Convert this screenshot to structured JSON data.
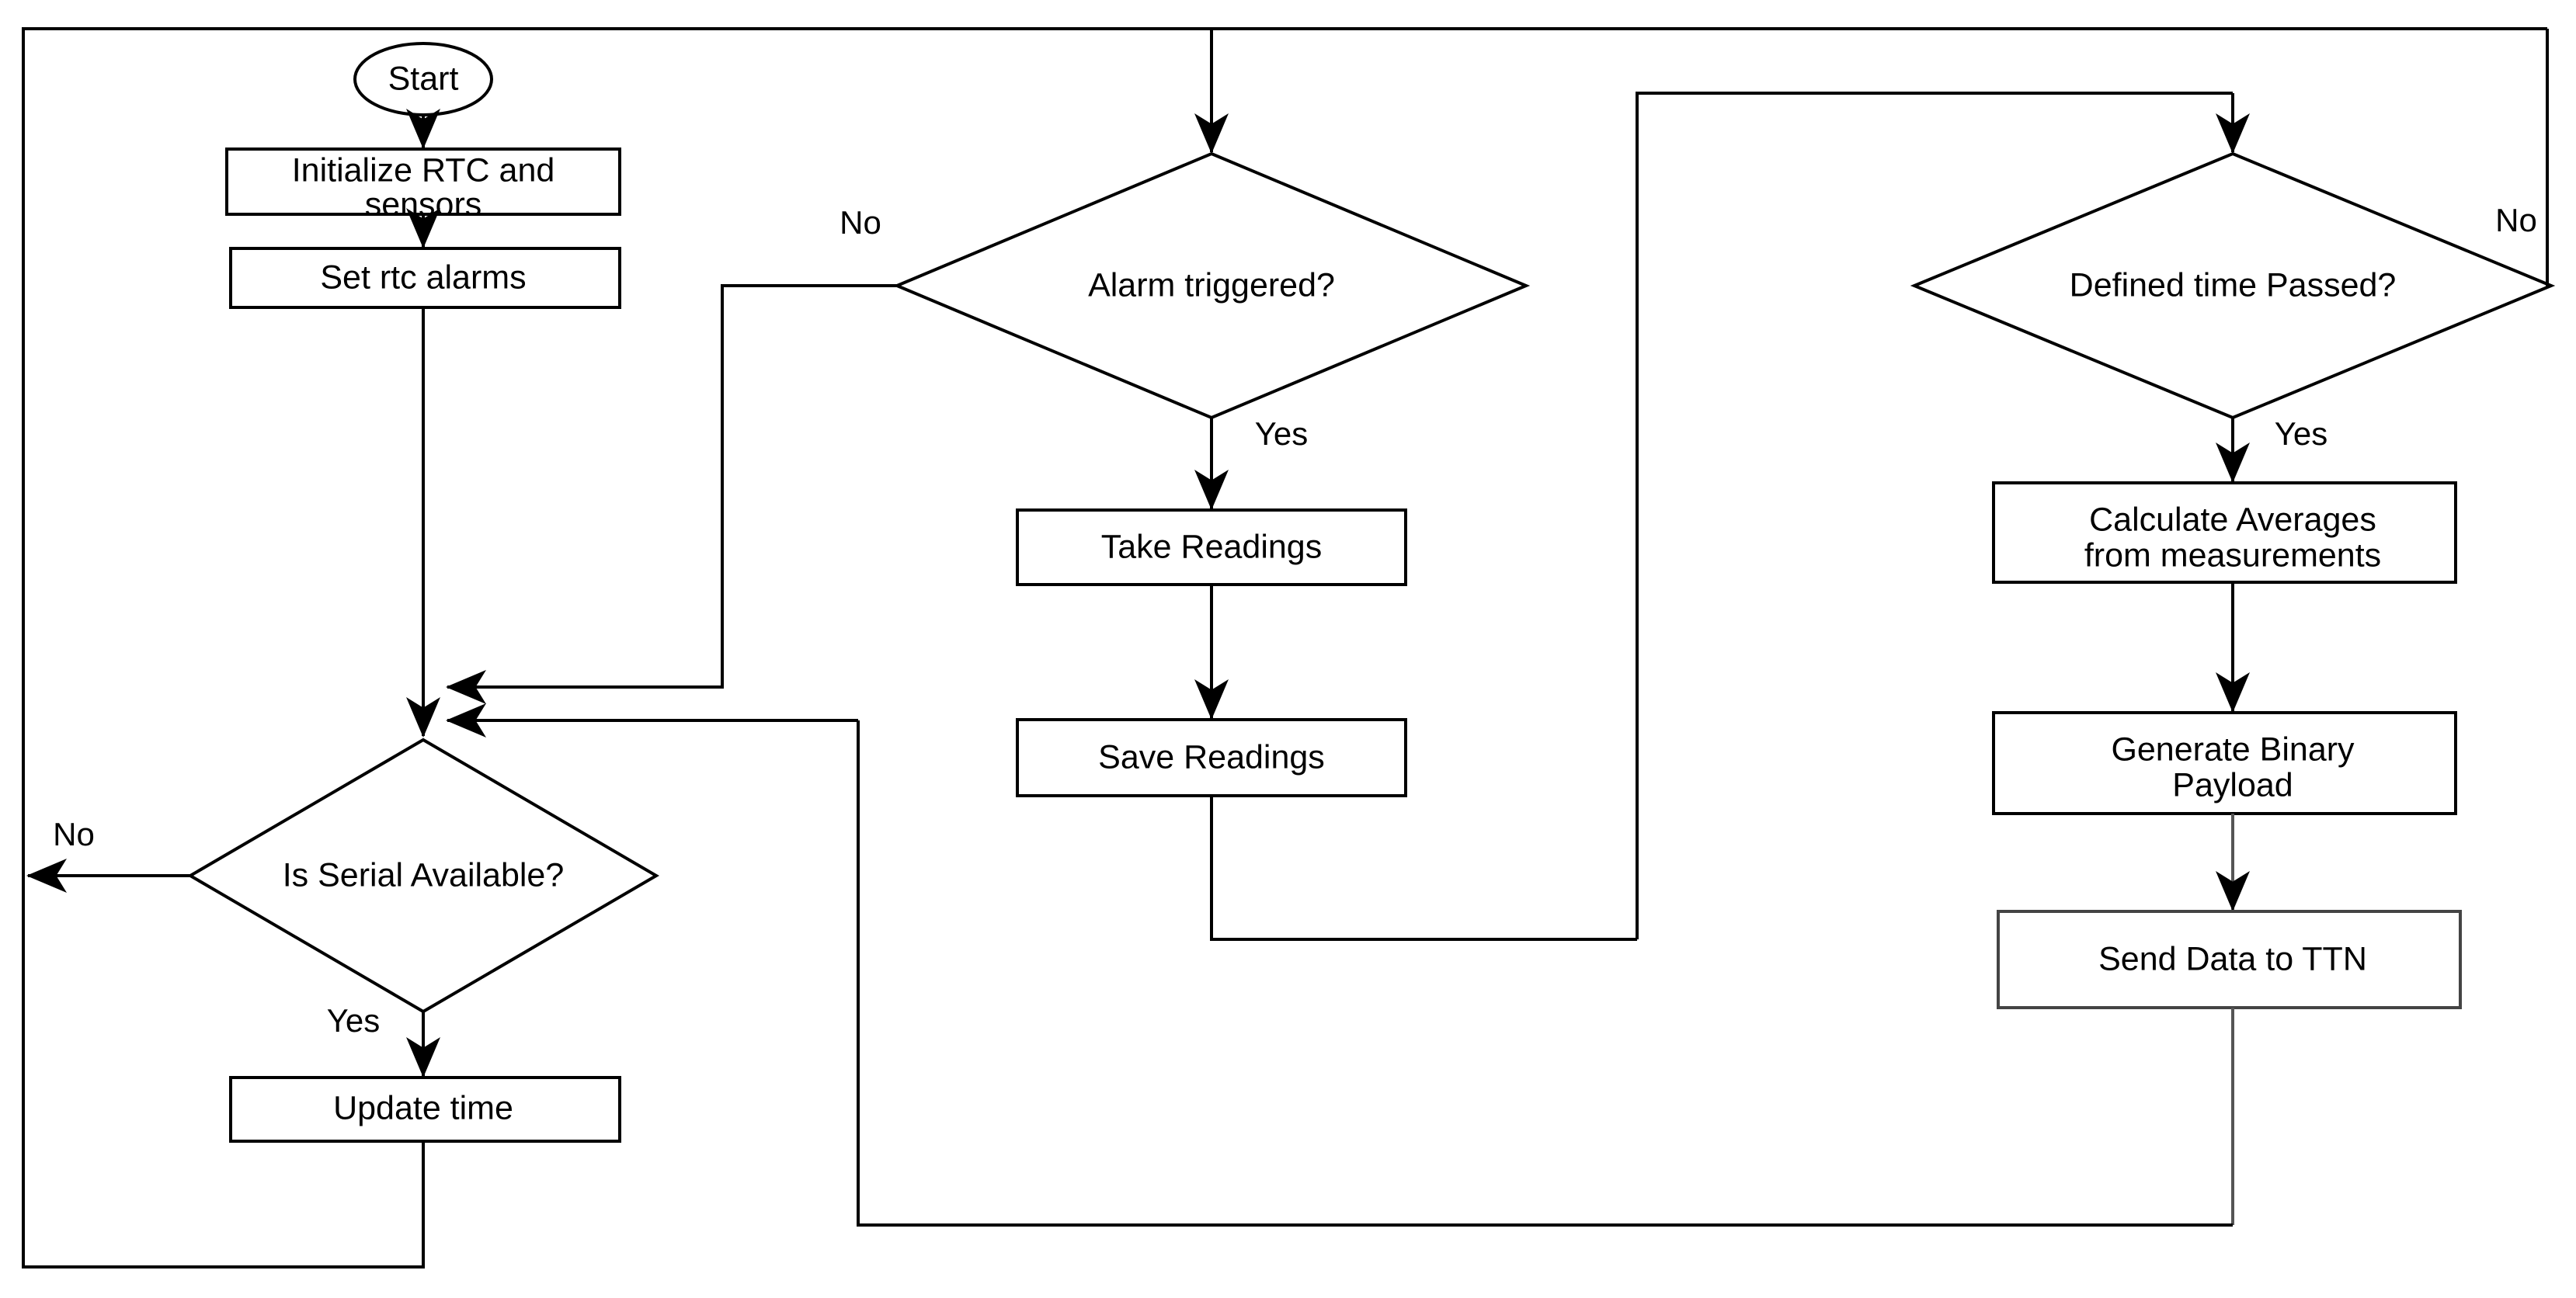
{
  "diagram": {
    "type": "flowchart",
    "title": "RTC sensor logging and TTN uplink flowchart",
    "background_color": "#ffffff",
    "line_color": "#000000",
    "shape_fill": "#ffffff",
    "accent_line_color": "#555555"
  },
  "nodes": {
    "start": {
      "label": "Start",
      "shape": "ellipse"
    },
    "init": {
      "label_line1": "Initialize RTC and",
      "label_line2": "sensors",
      "shape": "process"
    },
    "set_alarms": {
      "label": "Set rtc alarms",
      "shape": "process"
    },
    "serial_check": {
      "label": "Is Serial Available?",
      "shape": "decision"
    },
    "update_time": {
      "label": "Update time",
      "shape": "process"
    },
    "alarm_check": {
      "label": "Alarm triggered?",
      "shape": "decision"
    },
    "take_readings": {
      "label": "Take Readings",
      "shape": "process"
    },
    "save_readings": {
      "label": "Save Readings",
      "shape": "process"
    },
    "time_check": {
      "label": "Defined time Passed?",
      "shape": "decision"
    },
    "calc_avg": {
      "label_line1": "Calculate Averages",
      "label_line2": "from measurements",
      "shape": "process"
    },
    "gen_payload": {
      "label_line1": "Generate Binary",
      "label_line2": "Payload",
      "shape": "process"
    },
    "send_ttn": {
      "label": "Send Data to TTN",
      "shape": "process"
    }
  },
  "edge_labels": {
    "serial_no": "No",
    "serial_yes": "Yes",
    "alarm_no": "No",
    "alarm_yes": "Yes",
    "time_no": "No",
    "time_yes": "Yes"
  }
}
